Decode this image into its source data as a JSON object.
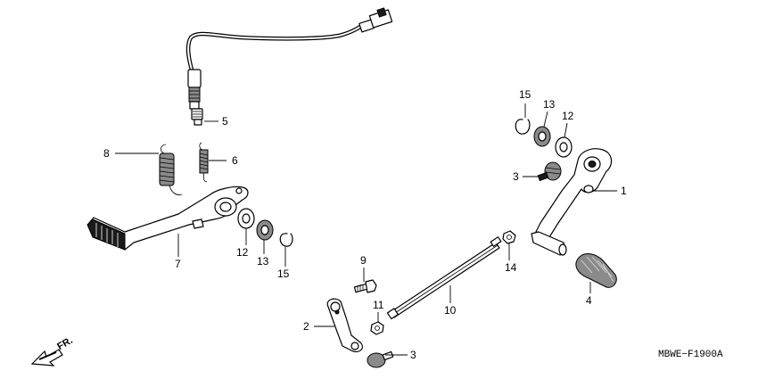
{
  "diagram": {
    "code": "MBWE−F1900A",
    "direction_label": "FR.",
    "callouts": [
      {
        "id": "c1",
        "label": "1"
      },
      {
        "id": "c2",
        "label": "2"
      },
      {
        "id": "c3a",
        "label": "3"
      },
      {
        "id": "c3b",
        "label": "3"
      },
      {
        "id": "c4",
        "label": "4"
      },
      {
        "id": "c5",
        "label": "5"
      },
      {
        "id": "c6",
        "label": "6"
      },
      {
        "id": "c7",
        "label": "7"
      },
      {
        "id": "c8",
        "label": "8"
      },
      {
        "id": "c9",
        "label": "9"
      },
      {
        "id": "c10",
        "label": "10"
      },
      {
        "id": "c11",
        "label": "11"
      },
      {
        "id": "c12a",
        "label": "12"
      },
      {
        "id": "c12b",
        "label": "12"
      },
      {
        "id": "c13a",
        "label": "13"
      },
      {
        "id": "c13b",
        "label": "13"
      },
      {
        "id": "c14",
        "label": "14"
      },
      {
        "id": "c15a",
        "label": "15"
      },
      {
        "id": "c15b",
        "label": "15"
      }
    ]
  }
}
